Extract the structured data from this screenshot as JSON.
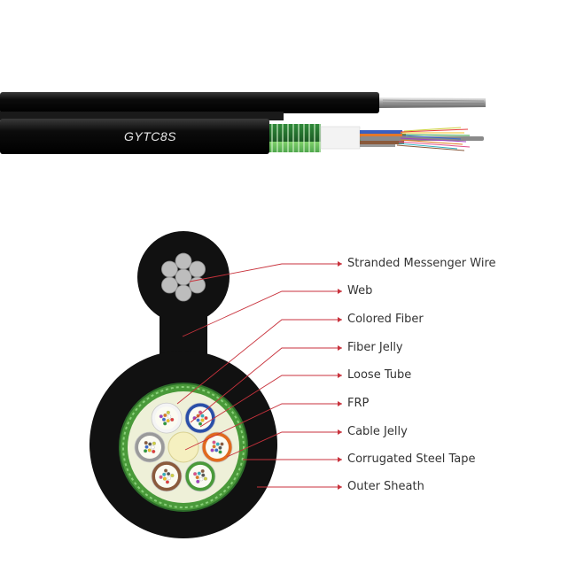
{
  "cable": {
    "model_label": "GYTC8S"
  },
  "labels": [
    "Stranded Messenger Wire",
    "Web",
    "Colored Fiber",
    "Fiber Jelly",
    "Loose Tube",
    "FRP",
    "Cable Jelly",
    "Corrugated Steel Tape",
    "Outer Sheath"
  ],
  "colors": {
    "sheath": "#111111",
    "steel_tape": "#5aa540",
    "jelly": "#eef0d8",
    "leader": "#c8323c",
    "messenger": "#b9b9b9",
    "tubes": [
      "#2a4fa8",
      "#e06a1e",
      "#4a9a3a",
      "#8a5a3c",
      "#9a9a9a",
      "#f4f4f4"
    ]
  }
}
